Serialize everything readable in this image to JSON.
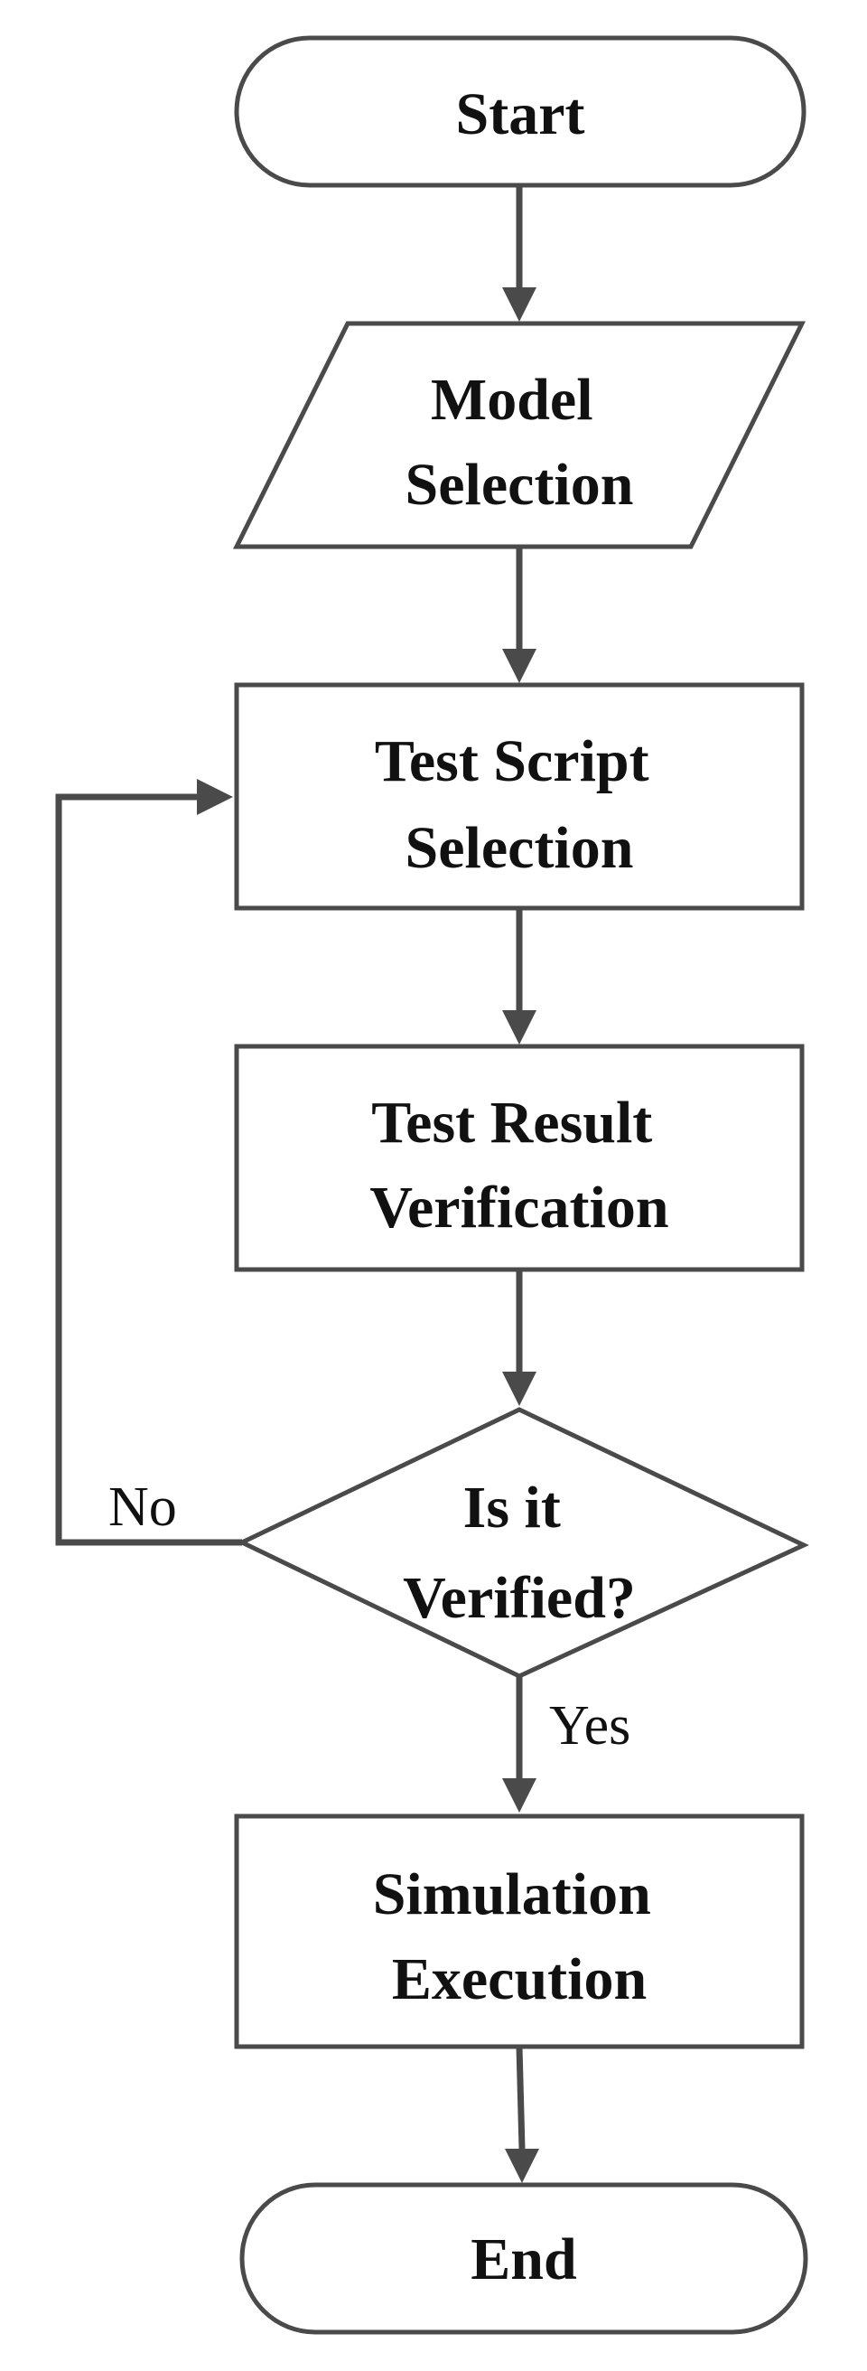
{
  "diagram": {
    "colors": {
      "stroke": "#4a4a4a",
      "text": "#111111",
      "background": "#ffffff"
    },
    "nodes": {
      "start": {
        "shape": "terminator",
        "lines": [
          "Start"
        ]
      },
      "model_selection": {
        "shape": "parallelogram",
        "lines": [
          "Model",
          "Selection"
        ]
      },
      "test_script_selection": {
        "shape": "process",
        "lines": [
          "Test Script",
          "Selection"
        ]
      },
      "test_result_verification": {
        "shape": "process",
        "lines": [
          "Test Result",
          "Verification"
        ]
      },
      "is_verified": {
        "shape": "decision",
        "lines": [
          "Is it",
          "Verified?"
        ]
      },
      "simulation_execution": {
        "shape": "process",
        "lines": [
          "Simulation",
          "Execution"
        ]
      },
      "end": {
        "shape": "terminator",
        "lines": [
          "End"
        ]
      }
    },
    "edges": {
      "start_to_model": {
        "from": "start",
        "to": "model_selection"
      },
      "model_to_script": {
        "from": "model_selection",
        "to": "test_script_selection"
      },
      "script_to_result": {
        "from": "test_script_selection",
        "to": "test_result_verification"
      },
      "result_to_decision": {
        "from": "test_result_verification",
        "to": "is_verified"
      },
      "decision_no": {
        "from": "is_verified",
        "to": "test_script_selection",
        "label": "No"
      },
      "decision_yes": {
        "from": "is_verified",
        "to": "simulation_execution",
        "label": "Yes"
      },
      "simulation_to_end": {
        "from": "simulation_execution",
        "to": "end"
      }
    }
  }
}
